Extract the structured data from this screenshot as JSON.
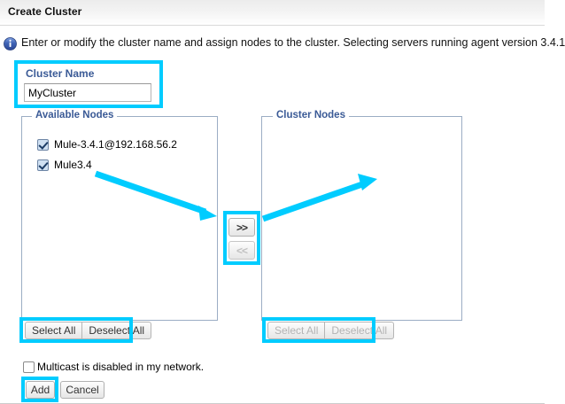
{
  "window": {
    "title": "Create Cluster"
  },
  "info": {
    "icon": "info-circle-icon",
    "text": "Enter or modify the cluster name and assign nodes to the cluster. Selecting servers running agent version 3.4.1"
  },
  "cluster_name": {
    "label": "Cluster Name",
    "value": "MyCluster",
    "placeholder": ""
  },
  "available_nodes": {
    "legend": "Available Nodes",
    "items": [
      {
        "label": "Mule-3.4.1@192.168.56.2",
        "checked": true
      },
      {
        "label": "Mule3.4",
        "checked": true
      }
    ],
    "select_all_label": "Select All",
    "deselect_all_label": "Deselect All",
    "select_all_enabled": true
  },
  "cluster_nodes": {
    "legend": "Cluster Nodes",
    "items": [],
    "select_all_label": "Select All",
    "deselect_all_label": "Deselect All",
    "select_all_enabled": false
  },
  "transfer": {
    "move_right_label": ">>",
    "move_left_label": "<<",
    "move_right_enabled": true,
    "move_left_enabled": false
  },
  "multicast": {
    "label": "Multicast is disabled in my network.",
    "checked": false
  },
  "footer": {
    "add_label": "Add",
    "cancel_label": "Cancel"
  },
  "annotations": {
    "color": "#00ccff",
    "highlight_boxes": [
      "cluster-name-field",
      "transfer-buttons",
      "available-select-all",
      "cluster-select-all",
      "add-button"
    ],
    "arrows": [
      {
        "name": "arrow-to-transfer",
        "from": [
          108,
          196
        ],
        "to": [
          243,
          243
        ]
      },
      {
        "name": "arrow-to-cluster-nodes",
        "from": [
          297,
          247
        ],
        "to": [
          424,
          203
        ]
      }
    ]
  },
  "colors": {
    "accent": "#00ccff",
    "legend_text": "#3a5a96",
    "panel_border": "#9badc4",
    "info_icon": "#3a63b8"
  }
}
